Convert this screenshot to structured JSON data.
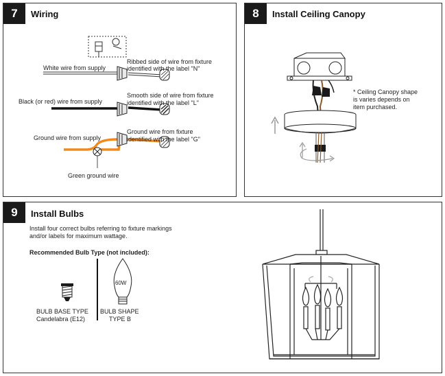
{
  "panel7": {
    "number": "7",
    "title": "Wiring",
    "white_supply": "White wire from supply",
    "ribbed_line1": "Ribbed side of wire from fixture",
    "ribbed_line2": "identified with the label \"N\"",
    "black_supply": "Black (or red) wire from supply",
    "smooth_line1": "Smooth side of wire from fixture",
    "smooth_line2": "identified with the label \"L\"",
    "ground_supply": "Ground wire from supply",
    "ground_line1": "Ground wire from fixture",
    "ground_line2": "identified with the label \"G\"",
    "green_ground": "Green ground wire"
  },
  "panel8": {
    "number": "8",
    "title": "Install Ceiling Canopy",
    "note_line1": "* Ceiling Canopy shape",
    "note_line2": "is varies depends on",
    "note_line3": "item purchased."
  },
  "panel9": {
    "number": "9",
    "title": "Install Bulbs",
    "intro_line1": "Install four correct bulbs referring to fixture markings",
    "intro_line2": "and/or labels for maximum wattage.",
    "recommended": "Recommended Bulb Type (not included):",
    "wattage": "60W",
    "base_line1": "BULB BASE TYPE",
    "base_line2": "Candelabra (E12)",
    "shape_line1": "BULB SHAPE",
    "shape_line2": "TYPE B"
  },
  "colors": {
    "ground_wire": "#f08a1c",
    "label_box": "#1a1a1a"
  },
  "icons": [
    "junction-box-icon",
    "wire-nut-icon",
    "canopy-icon",
    "rotate-arrow-icon",
    "up-arrow-icon",
    "bulb-base-icon",
    "candle-bulb-icon",
    "pendant-lantern-icon"
  ]
}
